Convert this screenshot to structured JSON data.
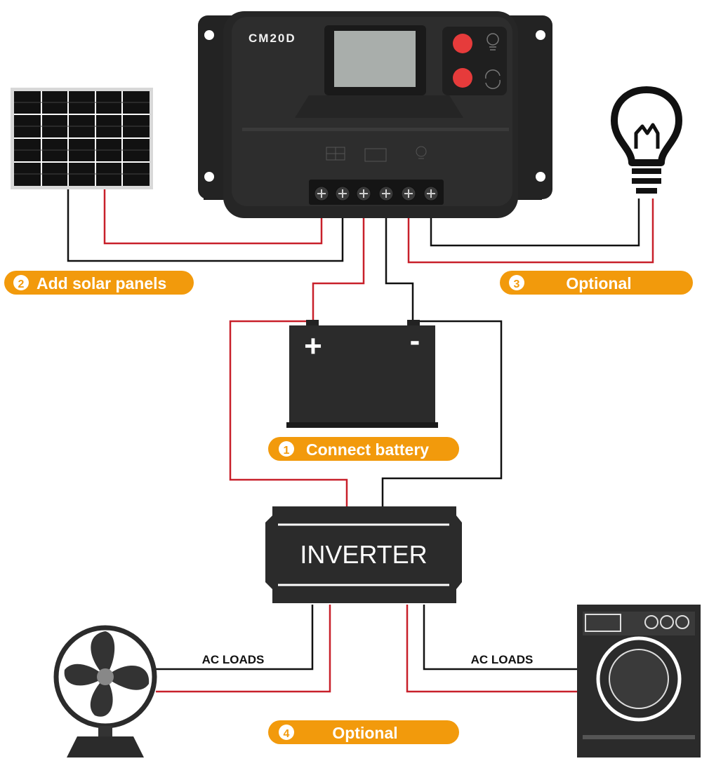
{
  "controller": {
    "model": "CM20D"
  },
  "steps": [
    {
      "number": "1",
      "label": "Connect battery"
    },
    {
      "number": "2",
      "label": "Add solar panels"
    },
    {
      "number": "3",
      "label": "Optional"
    },
    {
      "number": "4",
      "label": "Optional"
    }
  ],
  "battery": {
    "positive": "+",
    "negative": "-"
  },
  "inverter": {
    "label": "INVERTER"
  },
  "loads": {
    "left_label": "AC LOADS",
    "right_label": "AC LOADS"
  },
  "colors": {
    "badge": "#f29a0c",
    "wire_red": "#c8202a",
    "wire_black": "#111111",
    "device_dark": "#2b2b2b",
    "button_red": "#e63b3b",
    "lcd": "#a9aeab"
  },
  "icons": [
    "solar-panel-icon",
    "light-bulb-icon",
    "battery-icon",
    "fan-icon",
    "washing-machine-icon"
  ]
}
